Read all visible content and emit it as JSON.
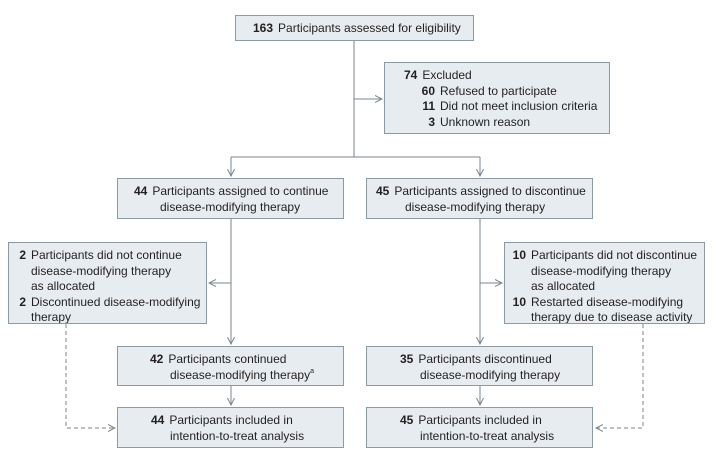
{
  "assessed": {
    "n": "163",
    "text": "Participants assessed for eligibility"
  },
  "excluded": {
    "n": "74",
    "text": "Excluded",
    "reasons": [
      {
        "n": "60",
        "text": "Refused to participate"
      },
      {
        "n": "11",
        "text": "Did not meet inclusion criteria"
      },
      {
        "n": "3",
        "text": "Unknown reason"
      }
    ]
  },
  "continue_arm": {
    "assigned": {
      "n": "44",
      "line1": "Participants assigned to continue",
      "line2": "disease-modifying therapy"
    },
    "deviations": [
      {
        "n": "2",
        "lines": [
          "Participants did not continue",
          "disease-modifying therapy",
          "as allocated"
        ]
      },
      {
        "n": "2",
        "lines": [
          "Discontinued disease-modifying",
          "therapy"
        ]
      }
    ],
    "per_protocol": {
      "n": "42",
      "line1": "Participants continued",
      "line2": "disease-modifying therapy",
      "footnote": "a"
    },
    "itt": {
      "n": "44",
      "line1": "Participants included in",
      "line2": "intention-to-treat analysis"
    }
  },
  "discontinue_arm": {
    "assigned": {
      "n": "45",
      "line1": "Participants assigned to discontinue",
      "line2": "disease-modifying therapy"
    },
    "deviations": [
      {
        "n": "10",
        "lines": [
          "Participants did not discontinue",
          "disease-modifying therapy",
          "as allocated"
        ]
      },
      {
        "n": "10",
        "lines": [
          "Restarted disease-modifying",
          "therapy due to disease activity"
        ]
      }
    ],
    "per_protocol": {
      "n": "35",
      "line1": "Participants discontinued",
      "line2": "disease-modifying therapy"
    },
    "itt": {
      "n": "45",
      "line1": "Participants included in",
      "line2": "intention-to-treat analysis"
    }
  },
  "colors": {
    "box_fill": "#e6ecef",
    "box_border": "#8c9aa3",
    "line": "#7a858c",
    "text": "#231f20"
  }
}
